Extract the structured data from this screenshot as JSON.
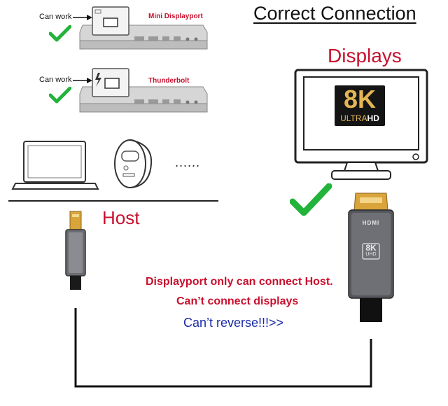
{
  "title": "Correct Connection",
  "laptop_mdp": {
    "status": "Can work",
    "port": "Mini Displayport"
  },
  "laptop_tb": {
    "status": "Can work",
    "port": "Thunderbolt"
  },
  "displays_label": "Displays",
  "monitor_badge": {
    "main": "8K",
    "sub_left": "ULTRA",
    "sub_right": "HD"
  },
  "host_label": "Host",
  "more_devices": "......",
  "hdmi_plug": {
    "logo": "HDMI",
    "badge_main": "8K",
    "badge_sub": "UHD"
  },
  "messages": {
    "line1": "Displayport only can connect Host.",
    "line2": "Can’t connect displays",
    "line3": "Can’t reverse!!!>>"
  },
  "colors": {
    "red": "#c8102e",
    "blue": "#1a2aa8",
    "green": "#22b33a",
    "gold": "#d9a53a"
  }
}
